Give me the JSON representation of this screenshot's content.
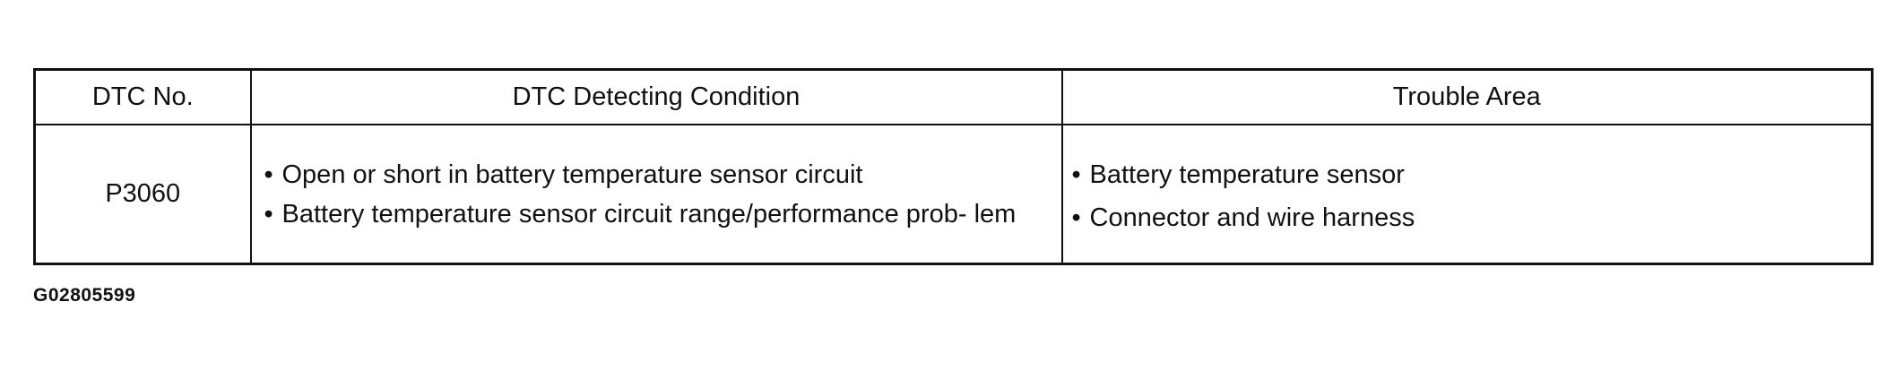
{
  "table": {
    "headers": {
      "dtc_no": "DTC No.",
      "condition": "DTC Detecting Condition",
      "trouble_area": "Trouble Area"
    },
    "rows": [
      {
        "dtc_no": "P3060",
        "conditions": [
          "Open or short in battery temperature sensor circuit",
          "Battery temperature sensor circuit range/performance prob- lem"
        ],
        "trouble_areas": [
          "Battery temperature sensor",
          "Connector and wire harness"
        ]
      }
    ]
  },
  "figure_id": "G02805599"
}
